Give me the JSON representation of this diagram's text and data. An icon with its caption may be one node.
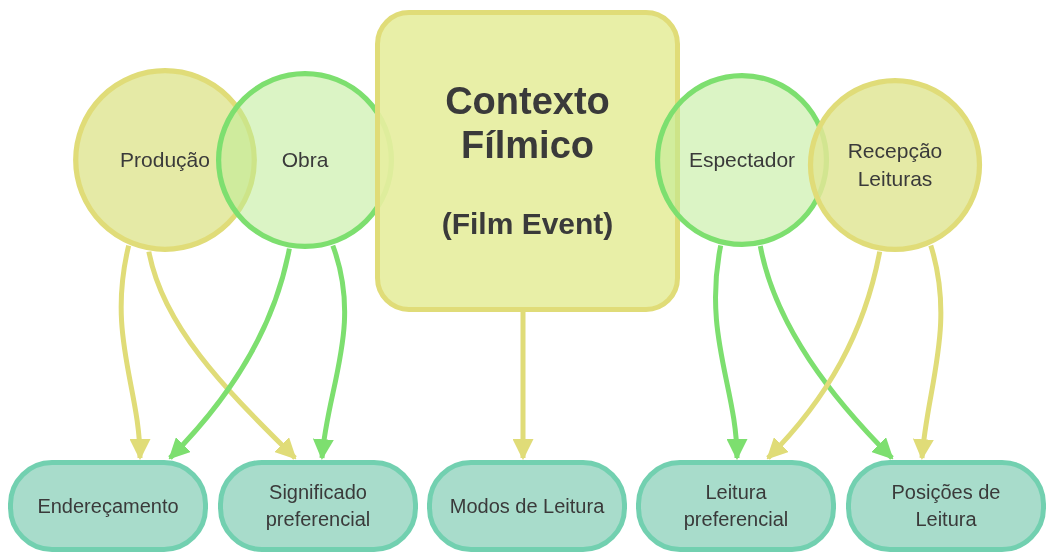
{
  "diagram": {
    "nodes": [
      {
        "text": [
          "Produção"
        ]
      },
      {
        "text": [
          "Obra"
        ]
      },
      {
        "text": [
          "Contexto Fílmico",
          "(Film Event)"
        ]
      },
      {
        "text": [
          "Espectador"
        ]
      },
      {
        "text": [
          "Recepção Leituras"
        ]
      },
      {
        "text": [
          "Endereçamento"
        ]
      },
      {
        "text": [
          "Significado preferencial"
        ]
      },
      {
        "text": [
          "Modos de Leitura"
        ]
      },
      {
        "text": [
          "Leitura preferencial"
        ]
      },
      {
        "text": [
          "Posições de Leitura"
        ]
      }
    ],
    "edges": [
      {
        "from": 0,
        "to": 5,
        "arrow": "to",
        "color": "#e0dc78"
      },
      {
        "from": 0,
        "to": 6,
        "arrow": "to",
        "color": "#e0dc78"
      },
      {
        "from": 1,
        "to": 5,
        "arrow": "to",
        "color": "#7ddf6f"
      },
      {
        "from": 1,
        "to": 6,
        "arrow": "to",
        "color": "#7ddf6f"
      },
      {
        "from": 2,
        "to": 7,
        "arrow": "to",
        "color": "#e0dc78"
      },
      {
        "from": 3,
        "to": 8,
        "arrow": "to",
        "color": "#7ddf6f"
      },
      {
        "from": 3,
        "to": 9,
        "arrow": "to",
        "color": "#7ddf6f"
      },
      {
        "from": 4,
        "to": 8,
        "arrow": "to",
        "color": "#e0dc78"
      },
      {
        "from": 4,
        "to": 9,
        "arrow": "to",
        "color": "#e0dc78"
      }
    ]
  }
}
